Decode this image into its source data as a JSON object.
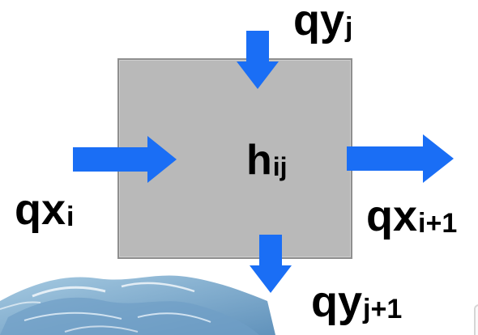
{
  "cell": {
    "label_base": "h",
    "label_sub": "ij"
  },
  "flows": {
    "top": {
      "base": "qy",
      "sub": "j"
    },
    "left": {
      "base": "qx",
      "sub": "i"
    },
    "right": {
      "base": "qx",
      "sub": "i+1"
    },
    "bottom": {
      "base": "qy",
      "sub": "j+1"
    }
  },
  "colors": {
    "arrow": "#1a6ef5",
    "cell_fill": "#b9b9b9",
    "cell_border": "#8f8f8f"
  }
}
